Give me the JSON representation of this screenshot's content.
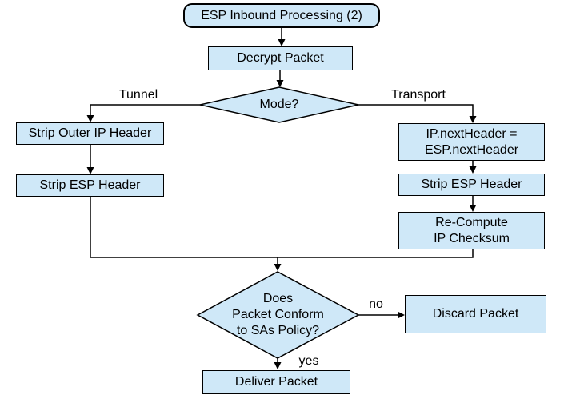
{
  "diagram": {
    "colors": {
      "node_fill": "#cfe8f8",
      "node_border": "#000000",
      "line": "#000000",
      "background": "#ffffff",
      "text": "#000000"
    },
    "nodes": {
      "start": {
        "label": "ESP Inbound Processing (2)"
      },
      "decrypt": {
        "label": "Decrypt Packet"
      },
      "mode_decision": {
        "label": "Mode?"
      },
      "strip_outer_ip": {
        "label": "Strip Outer IP Header"
      },
      "strip_esp_tunnel": {
        "label": "Strip ESP Header"
      },
      "set_next_header": {
        "line1": "IP.nextHeader =",
        "line2": "ESP.nextHeader"
      },
      "strip_esp_transport": {
        "label": "Strip ESP Header"
      },
      "recompute_checksum": {
        "line1": "Re-Compute",
        "line2": "IP Checksum"
      },
      "policy_decision": {
        "line1": "Does",
        "line2": "Packet Conform",
        "line3": "to SAs Policy?"
      },
      "discard": {
        "label": "Discard Packet"
      },
      "deliver": {
        "label": "Deliver Packet"
      }
    },
    "edge_labels": {
      "tunnel": "Tunnel",
      "transport": "Transport",
      "no": "no",
      "yes": "yes"
    }
  }
}
